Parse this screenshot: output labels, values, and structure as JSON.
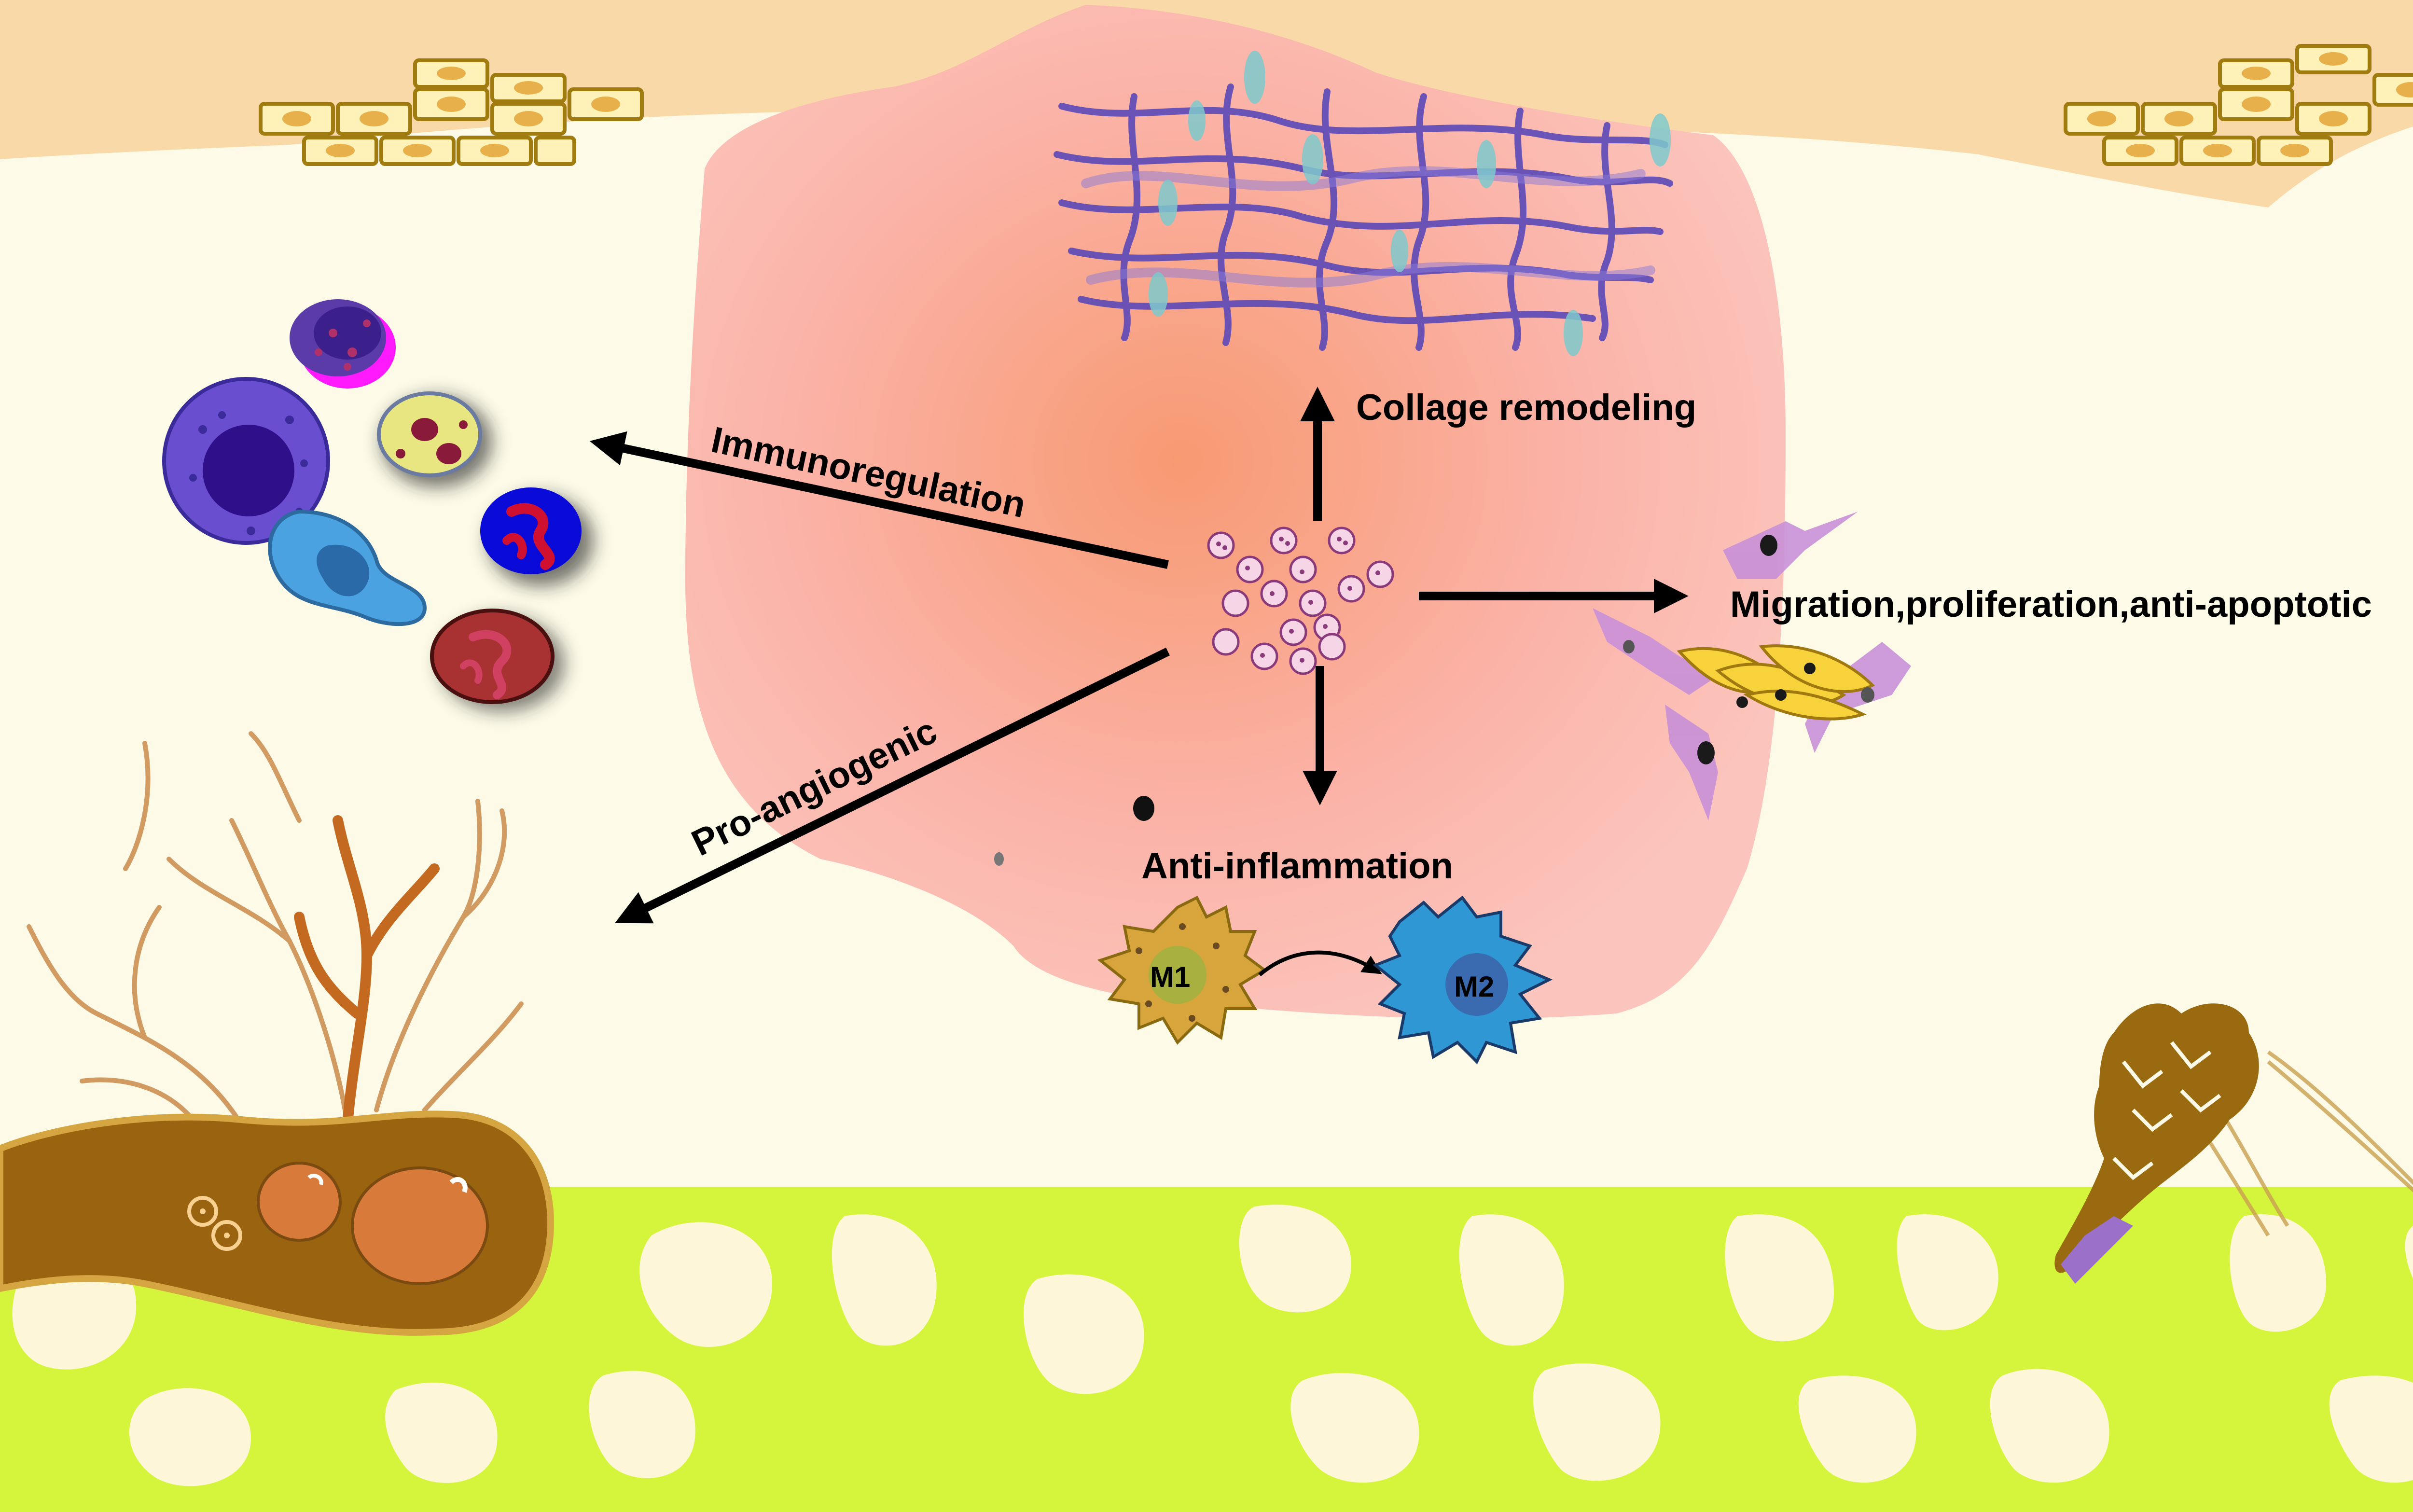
{
  "labels": {
    "collagen": "Collage remodeling",
    "immuno": "Immunoregulation",
    "migration": "Migration,proliferation,anti-apoptotic",
    "angio": "Pro-angiogenic",
    "antiinflam": "Anti-inflammation",
    "m1": "M1",
    "m2": "M2"
  },
  "colors": {
    "background": "#fdfbe8",
    "epidermis": "#fad9a8",
    "wound": "#fbc5bd",
    "wound_core": "#f79a72",
    "dermis": "#d5f53c",
    "fat": "#fdf6d8",
    "collagen": "#5b49b8",
    "vessel": "#9a6310",
    "m1": "#d7a53b",
    "m2": "#2f97d4",
    "arrow": "#000000"
  },
  "icons": {
    "exosomes": "exosome-cluster-icon",
    "immune_cells": "immune-cells-icon",
    "fibroblasts": "fibroblast-cells-icon",
    "collagen": "collagen-network-icon",
    "vessels": "blood-vessel-icon",
    "hair_follicle": "hair-follicle-icon"
  }
}
